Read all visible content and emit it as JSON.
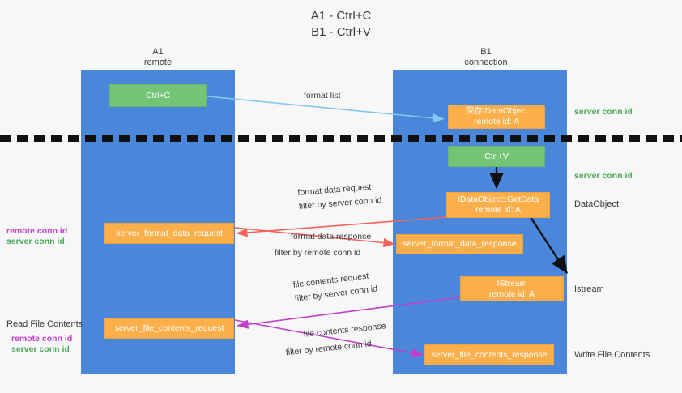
{
  "title": {
    "line1": "A1 - Ctrl+C",
    "line2": "B1 - Ctrl+V"
  },
  "columns": [
    {
      "name": "A1",
      "subtitle": "remote"
    },
    {
      "name": "B1",
      "subtitle": "connection"
    }
  ],
  "colors": {
    "lane": "#4a86d9",
    "green_box": "#74c476",
    "orange_box": "#fbaf4b",
    "server_conn_text": "#4aa85a",
    "remote_conn_text": "#c040c8",
    "arrow_blue": "#86c5ef",
    "arrow_red": "#f2645a",
    "arrow_magenta": "#c040c8",
    "arrow_black": "#111111"
  },
  "boxes": {
    "ctrl_c": {
      "line1": "Ctrl+C"
    },
    "save_idataobject": {
      "line1": "保存IDataObject",
      "line2": "remote id: A"
    },
    "ctrl_v": {
      "line1": "Ctrl+V"
    },
    "idataobject_getdata": {
      "line1": "IDataObject::GetData",
      "line2": "remote id: A"
    },
    "server_format_data_request": {
      "line1": "server_format_data_request"
    },
    "server_format_data_response": {
      "line1": "server_format_data_response"
    },
    "istream": {
      "line1": "IStream",
      "line2": "remote id: A"
    },
    "server_file_contents_request": {
      "line1": "server_file_contents_request"
    },
    "server_file_contents_response": {
      "line1": "server_file_contents_response"
    }
  },
  "arrow_labels": {
    "format_list": "format list",
    "format_data_request": "format data request",
    "format_data_request_filter_prefix": "filter by ",
    "format_data_request_filter_key": "server conn id",
    "format_data_response": "format data response",
    "format_data_response_filter_prefix": "filter by ",
    "format_data_response_filter_key": "remote conn id",
    "file_contents_request": "file contents request",
    "file_contents_request_filter_prefix": "filter by ",
    "file_contents_request_filter_key": "server conn id",
    "file_contents_response": "file contents response",
    "file_contents_response_filter_prefix": "filter by ",
    "file_contents_response_filter_key": "remote conn id"
  },
  "right_notes": {
    "server_conn_id_top": "server conn id",
    "server_conn_id_mid": "server conn id",
    "dataobject": "DataObject",
    "istream": "Istream",
    "write_file_contents": "Write File Contents"
  },
  "left_notes": {
    "remote_conn_id_1": "remote conn id",
    "server_conn_id_1": "server conn id",
    "read_file_contents": "Read File Contents",
    "remote_conn_id_2": "remote conn id",
    "server_conn_id_2": "server conn id"
  }
}
